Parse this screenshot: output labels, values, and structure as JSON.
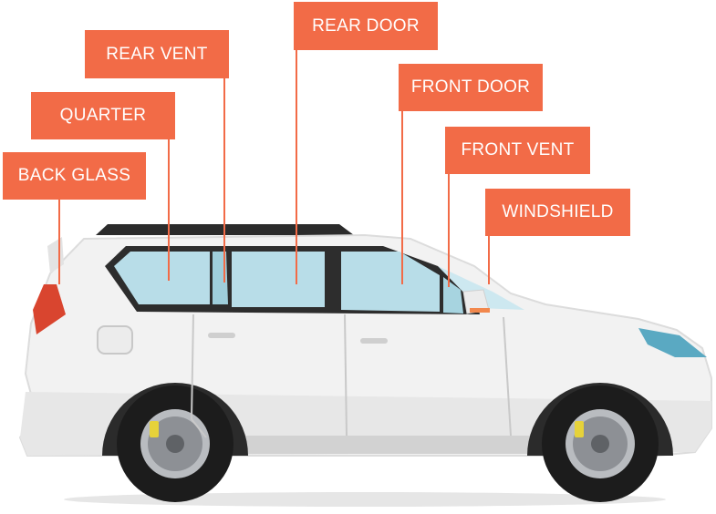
{
  "colors": {
    "accent": "#f26b47",
    "body": "#f0f0f0",
    "glass": "#b8dde8",
    "tire": "#1c1c1c",
    "headlight": "#5aa9c2",
    "taillight": "#d9452f"
  },
  "labels": {
    "back_glass": "BACK GLASS",
    "quarter": "QUARTER",
    "rear_vent": "REAR VENT",
    "rear_door": "REAR DOOR",
    "front_door": "FRONT DOOR",
    "front_vent": "FRONT VENT",
    "windshield": "WINDSHIELD"
  }
}
